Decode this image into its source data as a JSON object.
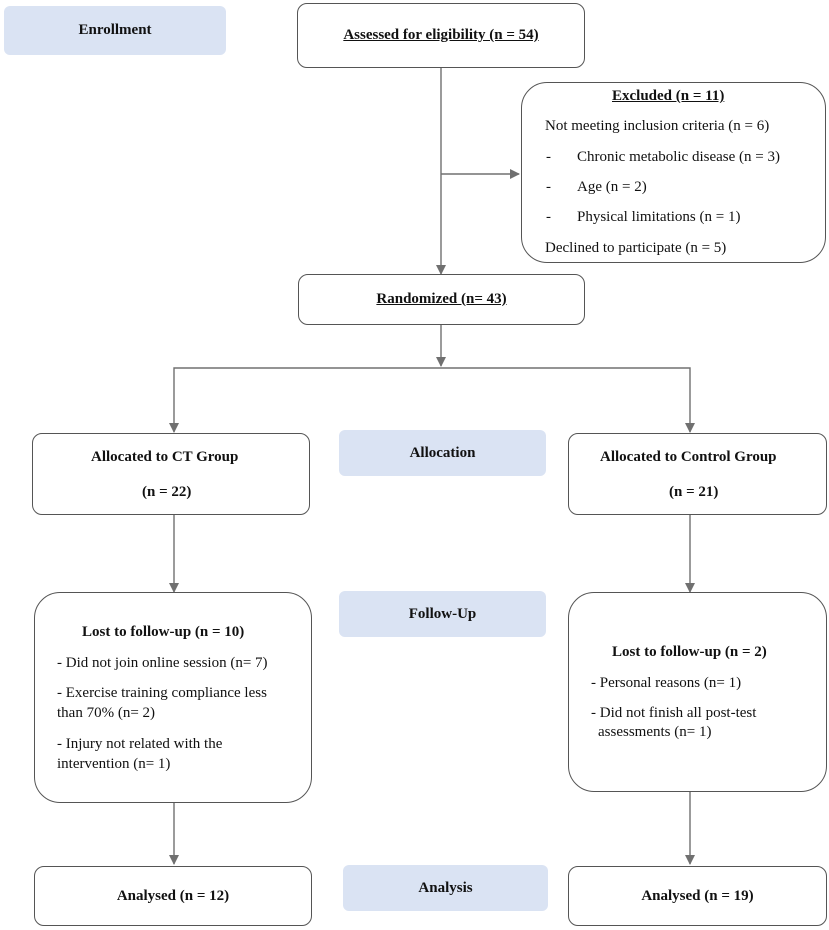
{
  "phases": {
    "enrollment": "Enrollment",
    "allocation": "Allocation",
    "follow_up": "Follow-Up",
    "analysis": "Analysis"
  },
  "assessed": "Assessed for eligibility (n = 54)",
  "excluded": {
    "title": "Excluded (n = 11)",
    "not_meeting": "Not meeting inclusion criteria (n = 6)",
    "reasons": [
      "Chronic metabolic disease (n = 3)",
      "Age (n = 2)",
      "Physical limitations (n = 1)"
    ],
    "bullet": "-",
    "declined": "Declined to participate (n = 5)"
  },
  "randomized": "Randomized (n= 43)",
  "ct_group": {
    "allocated": "Allocated to CT Group",
    "allocated_n": "(n = 22)",
    "lost_title": "Lost to follow-up (n = 10)",
    "lost_1": "- Did not join online session (n= 7)",
    "lost_2a": "- Exercise training compliance less",
    "lost_2b": "than 70% (n= 2)",
    "lost_3a": "- Injury not related with the",
    "lost_3b": "intervention (n= 1)",
    "analysed": "Analysed (n = 12)"
  },
  "control_group": {
    "allocated": "Allocated to Control Group",
    "allocated_n": "(n = 21)",
    "lost_title": "Lost to follow-up (n = 2)",
    "lost_1": "- Personal reasons (n= 1)",
    "lost_2a": "- Did not finish all post-test",
    "lost_2b": "assessments (n= 1)",
    "analysed": "Analysed (n = 19)"
  },
  "colors": {
    "phase_fill": "#dae3f3",
    "border": "#555555",
    "connector": "#707070"
  }
}
